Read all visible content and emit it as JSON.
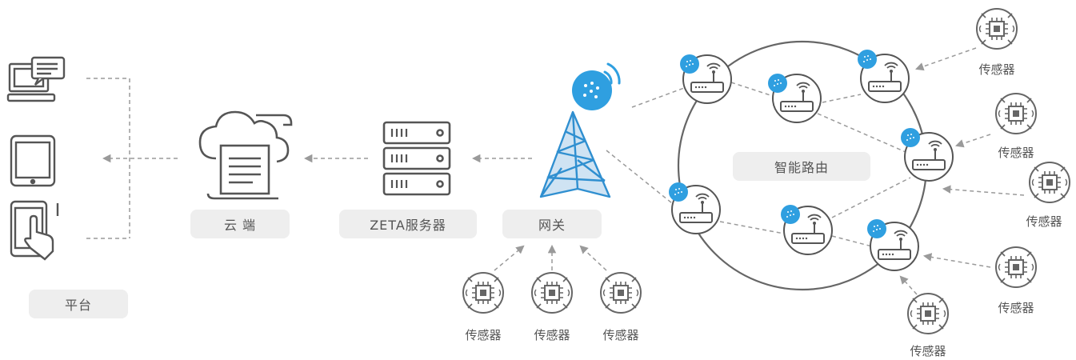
{
  "labels": {
    "platform": "平台",
    "cloud": "云 端",
    "server": "ZETA服务器",
    "gateway": "网关",
    "router_network": "智能路由",
    "sensor": "传感器"
  },
  "icons": {
    "devices": [
      "computer-icon",
      "tablet-icon",
      "touch-phone-icon"
    ],
    "cloud": "cloud-document-icon",
    "server": "server-rack-icon",
    "gateway": "gateway-tower-icon",
    "router": "router-icon",
    "sensor": "sensor-chip-icon"
  },
  "colors": {
    "accent_blue": "#2f9fe0",
    "icon_gray": "#555555",
    "line_gray": "#9a9a9a",
    "pill_bg": "#eeeeee"
  }
}
